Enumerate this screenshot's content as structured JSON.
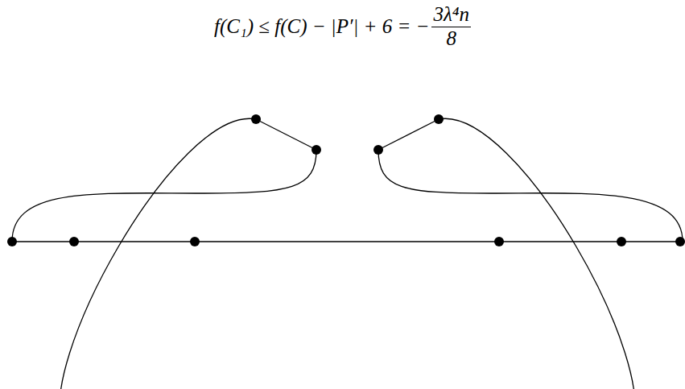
{
  "diagram": {
    "labels": [
      "f(C₁) ≤ f(C) − |P′| + 6 = −",
      "3λ⁴n",
      "8"
    ]
  }
}
